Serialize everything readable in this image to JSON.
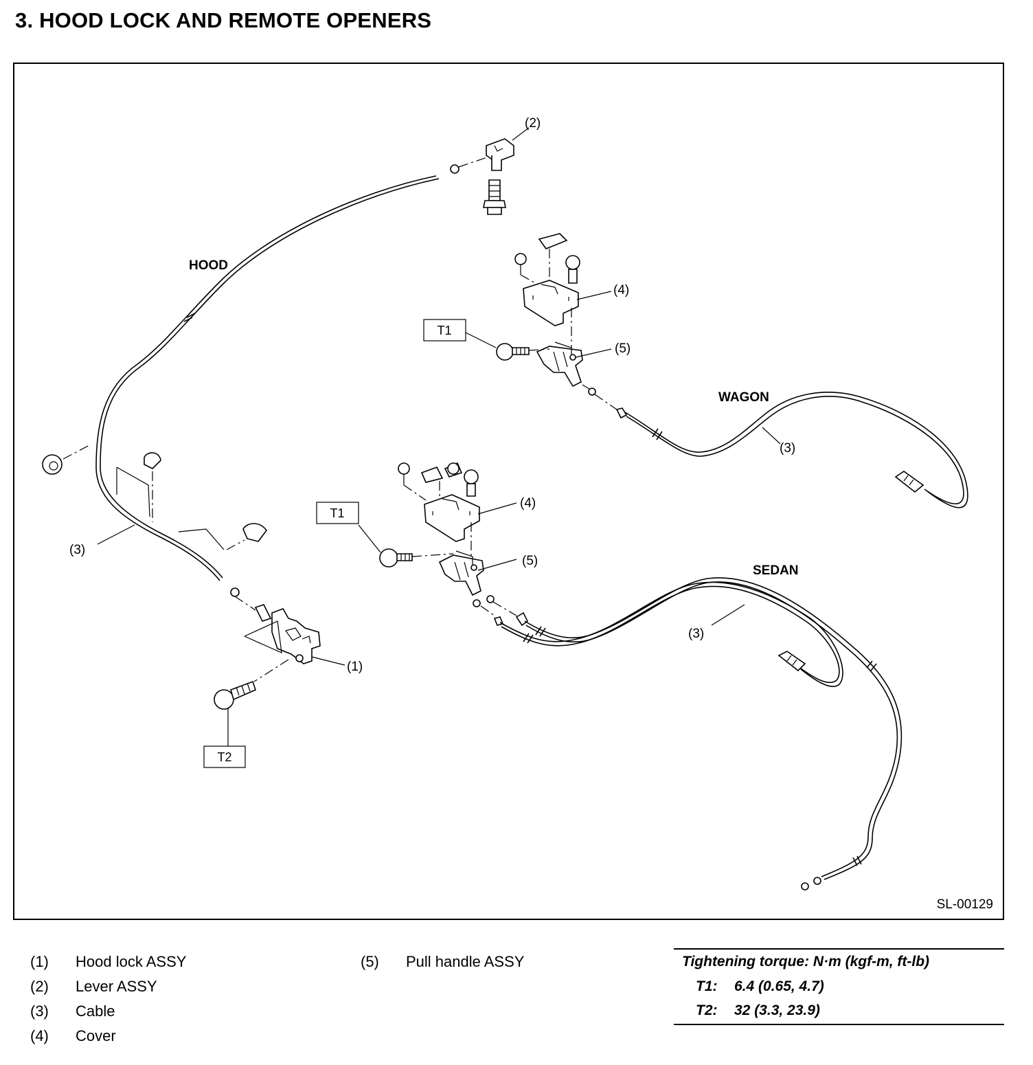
{
  "title": "3.  HOOD LOCK AND REMOTE OPENERS",
  "figure_id": "SL-00129",
  "diagram_labels": {
    "hood": "HOOD",
    "wagon": "WAGON",
    "sedan": "SEDAN"
  },
  "callouts": {
    "c1": "(1)",
    "c2": "(2)",
    "c3": "(3)",
    "c4": "(4)",
    "c5": "(5)"
  },
  "torque_boxes": {
    "t1": "T1",
    "t2": "T2"
  },
  "legend": [
    {
      "num": "(1)",
      "text": "Hood lock ASSY"
    },
    {
      "num": "(2)",
      "text": "Lever ASSY"
    },
    {
      "num": "(3)",
      "text": "Cable"
    },
    {
      "num": "(4)",
      "text": "Cover"
    },
    {
      "num": "(5)",
      "text": "Pull handle ASSY"
    }
  ],
  "torque": {
    "header": "Tightening torque: N·m (kgf-m, ft-lb)",
    "rows": [
      {
        "key": "T1:",
        "value": "6.4 (0.65, 4.7)"
      },
      {
        "key": "T2:",
        "value": "32 (3.3, 23.9)"
      }
    ]
  }
}
